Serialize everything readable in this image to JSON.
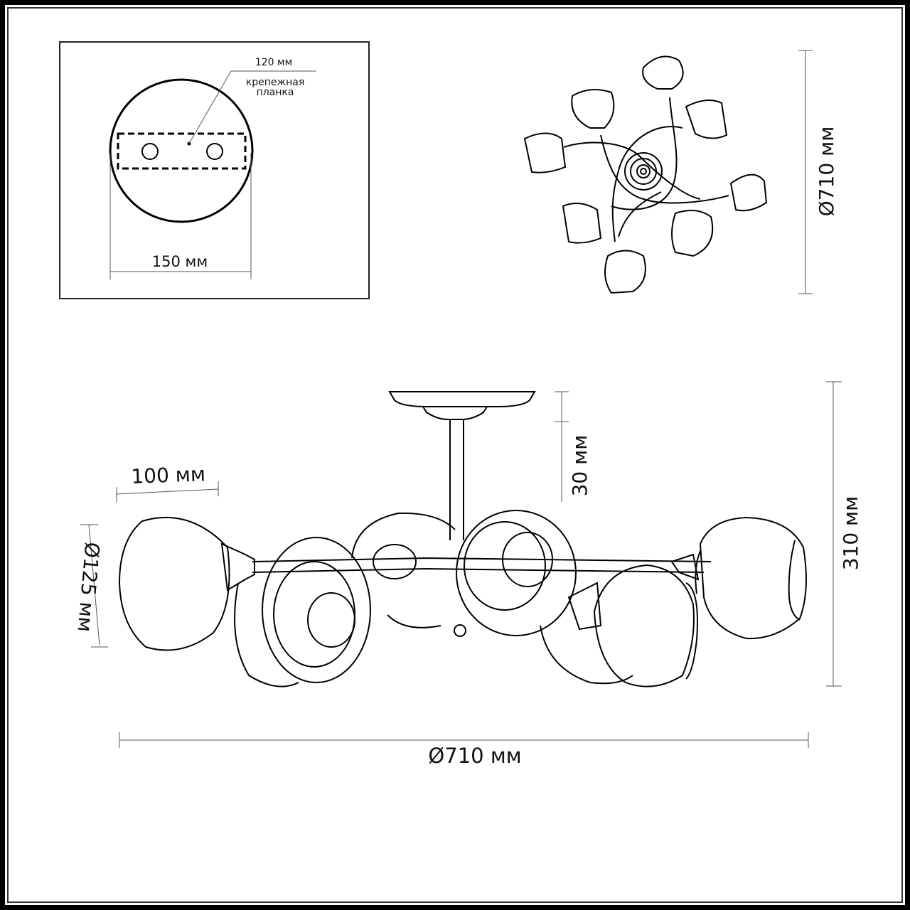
{
  "mount_plate": {
    "bracket_length": "120 мм",
    "bracket_label_line1": "крепежная",
    "bracket_label_line2": "планка",
    "plate_diameter": "150 мм"
  },
  "top_view": {
    "diameter": "Ø710 мм",
    "arm_count": 8
  },
  "side_view": {
    "shade_depth": "100 мм",
    "shade_diameter": "Ø125 мм",
    "canopy_height": "30 мм",
    "total_height": "310 мм",
    "total_diameter": "Ø710 мм"
  },
  "colors": {
    "line": "#000000",
    "dimension_line": "#555555",
    "background": "#ffffff"
  }
}
